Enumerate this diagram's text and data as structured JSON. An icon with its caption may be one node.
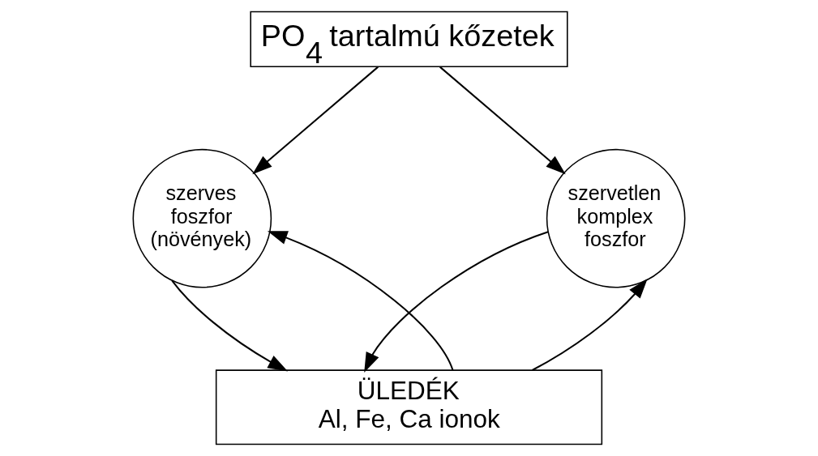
{
  "diagram": {
    "nodes": [
      {
        "text": [
          "PO$_{4}$ tartalmú kőzetek"
        ]
      },
      {
        "text": [
          "szerves foszfor (növények)"
        ]
      },
      {
        "text": [
          "szervetlen komplex foszfor"
        ]
      },
      {
        "text": [
          "ÜLEDÉK",
          "Al, Fe, Ca ionok"
        ]
      }
    ],
    "edges": [
      {
        "from": 0,
        "to": 1,
        "arrow": "to"
      },
      {
        "from": 0,
        "to": 2,
        "arrow": "to"
      },
      {
        "from": 1,
        "to": 3,
        "arrow": "to"
      },
      {
        "from": 3,
        "to": 1,
        "arrow": "to"
      },
      {
        "from": 3,
        "to": 2,
        "arrow": "to"
      },
      {
        "from": 2,
        "to": 3,
        "arrow": "to"
      }
    ]
  }
}
